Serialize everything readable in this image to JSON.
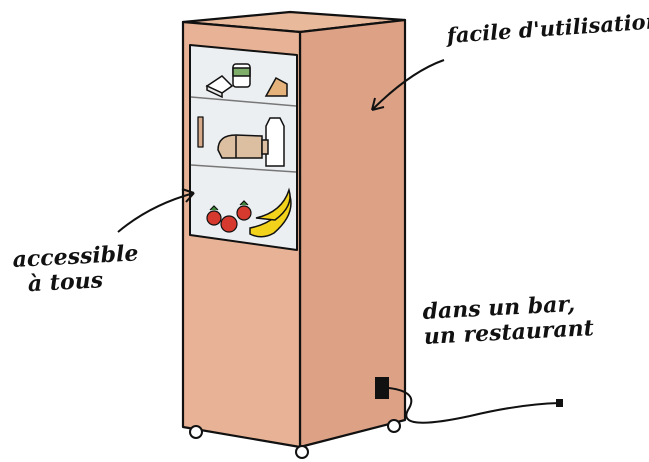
{
  "labels": {
    "easy_to_use": "facile d'utilisation",
    "accessible_line1": "accessible",
    "accessible_line2": "à tous",
    "location_line1": "dans un bar,",
    "location_line2": "un restaurant"
  },
  "colors": {
    "fridge_front": "#e7b295",
    "fridge_side": "#dda285",
    "fridge_top": "#e9b99c",
    "glass": "#eceff2",
    "outline": "#111111",
    "strawberry": "#d63a2e",
    "banana": "#f2d21a",
    "bread": "#dcbfa0"
  },
  "icons": [
    "cheese-icon",
    "jar-icon",
    "bread-icon",
    "milk-bottle-icon",
    "strawberry-icon",
    "banana-icon",
    "power-plug-icon",
    "wheel-icon"
  ]
}
